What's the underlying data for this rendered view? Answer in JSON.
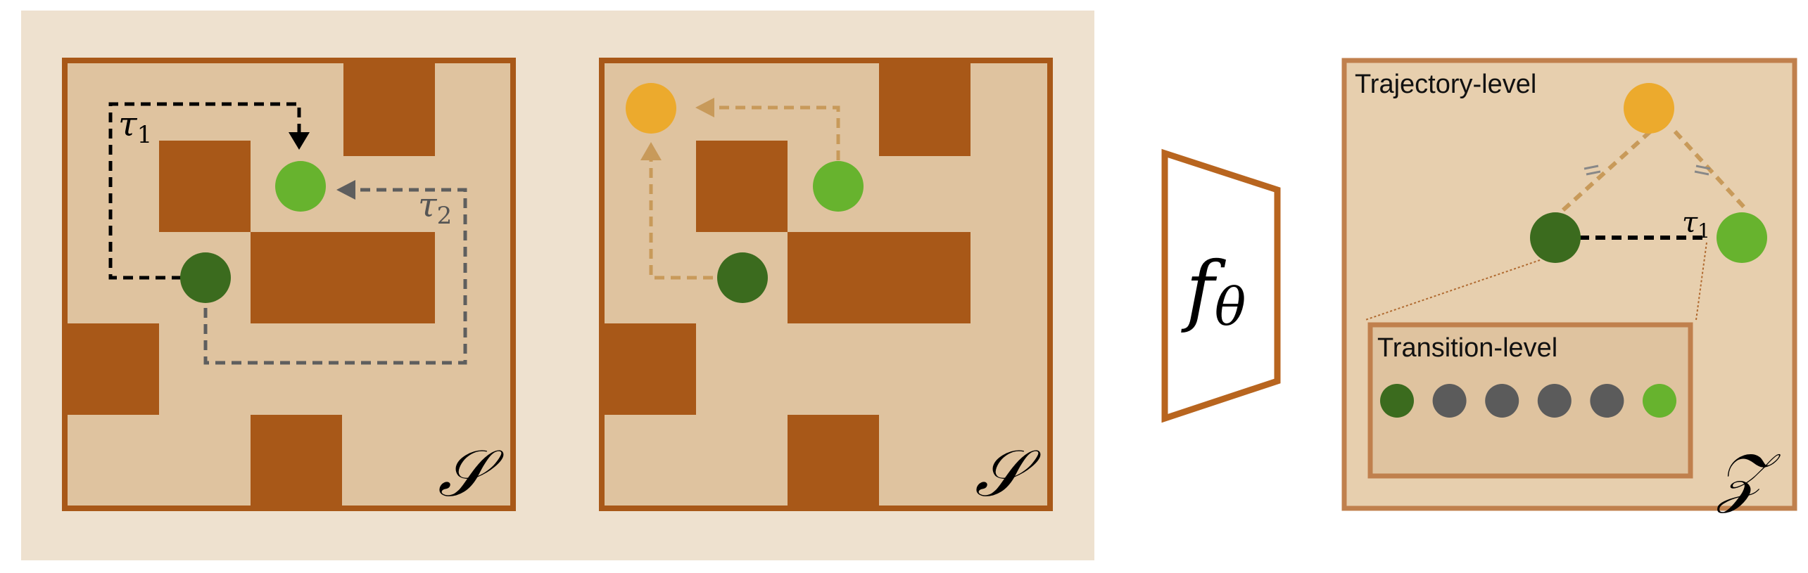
{
  "colors": {
    "panel_bg": "#eee1cf",
    "floor": "#dfc39f",
    "wall": "#a85818",
    "grid_border": "#a85818",
    "start_state": "#3b6b1e",
    "goal_state": "#67b32e",
    "sub_goal": "#ecaa2d",
    "intermediate_state": "#5b5b5b",
    "path_tau1": "#000000",
    "path_tau2": "#5e5e5e",
    "path_sub_goal": "#c89a5a",
    "latent_bg": "#e7cfae",
    "latent_border": "#c0804d",
    "encoder_border": "#b8651f"
  },
  "maze_left": {
    "space_symbol": "𝒮",
    "tau1_label": "τ",
    "tau1_sub": "1",
    "tau2_label": "τ",
    "tau2_sub": "2"
  },
  "maze_right": {
    "space_symbol": "𝒮"
  },
  "encoder": {
    "symbol": "f",
    "subscript": "θ"
  },
  "latent": {
    "space_symbol": "𝒵",
    "trajectory_title": "Trajectory-level",
    "tau1_label": "τ",
    "tau1_sub": "1",
    "transition_title": "Transition-level",
    "transition_states": [
      "start",
      "intermediate",
      "intermediate",
      "intermediate",
      "intermediate",
      "goal"
    ]
  }
}
